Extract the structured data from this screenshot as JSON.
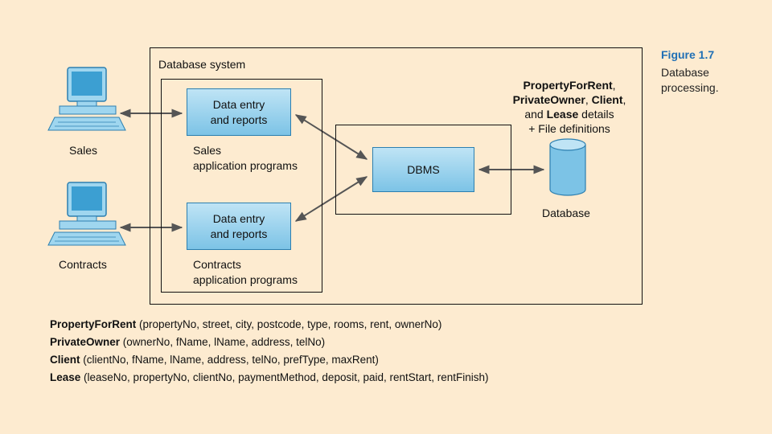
{
  "figure": {
    "number": "Figure 1.7",
    "caption_line1": "Database",
    "caption_line2": "processing."
  },
  "system_label": "Database system",
  "terminals": {
    "sales": "Sales",
    "contracts": "Contracts"
  },
  "programs": {
    "sales": {
      "box_line1": "Data entry",
      "box_line2": "and reports",
      "label_line1": "Sales",
      "label_line2": "application programs"
    },
    "contracts": {
      "box_line1": "Data entry",
      "box_line2": "and reports",
      "label_line1": "Contracts",
      "label_line2": "application programs"
    }
  },
  "dbms": "DBMS",
  "database": {
    "label": "Database",
    "details": {
      "t1": "PropertyForRent",
      "s1": ",",
      "t2": "PrivateOwner",
      "s2": ", ",
      "t3": "Client",
      "s3": ",",
      "p1": "and ",
      "t4": "Lease",
      "p2": " details",
      "defs": "+ File definitions"
    }
  },
  "schemas": [
    {
      "name": "PropertyForRent",
      "fields": " (propertyNo, street, city, postcode, type, rooms, rent, ownerNo)"
    },
    {
      "name": "PrivateOwner",
      "fields": " (ownerNo, fName, lName, address, telNo)"
    },
    {
      "name": "Client",
      "fields": " (clientNo, fName, lName, address, telNo, prefType, maxRent)"
    },
    {
      "name": "Lease",
      "fields": " (leaseNo, propertyNo, clientNo, paymentMethod, deposit, paid, rentStart, rentFinish)"
    }
  ],
  "colors": {
    "background": "#fdebd0",
    "box_fill": "#8fcde9",
    "figure_number": "#1f6fb5"
  }
}
